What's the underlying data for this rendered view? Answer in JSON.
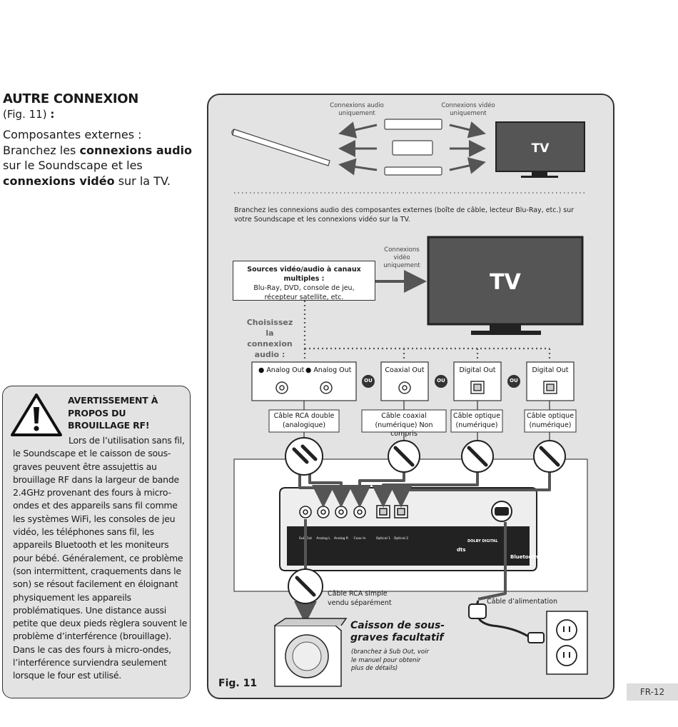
{
  "left": {
    "heading": "AUTRE CONNEXION",
    "fig_ref": "(Fig. 11)",
    "fig_ref_colon": ":",
    "intro_1": "Composantes externes : Branchez les ",
    "intro_bold_1": "connexions audio",
    "intro_2": " sur le Soundscape et les ",
    "intro_bold_2": "connexions vidéo",
    "intro_3": " sur la TV."
  },
  "warning": {
    "title": "AVERTISSEMENT À PROPOS DU BROUILLAGE RF!",
    "text": "Lors de l’utilisation sans fil, le Soundscape et le caisson de sous-graves peuvent être assujettis au brouillage RF dans la largeur de bande 2.4GHz provenant des fours à micro-ondes et des appareils sans fil comme les systèmes WiFi, les consoles de jeu vidéo, les téléphones sans fil, les appareils Bluetooth et les moniteurs pour bébé. Généralement, ce problème (son intermittent, craquements dans le son) se résout facilement en éloignant physiquement les appareils problématiques. Une distance aussi petite que deux pieds règlera souvent le problème d’interférence (brouillage). Dans le cas des fours à micro-ondes, l’interférence surviendra seulement lorsque le four est utilisé."
  },
  "diagram": {
    "top_audio_label": "Connexions audio uniquement",
    "top_video_label": "Connexions vidéo uniquement",
    "tv_label": "TV",
    "instruction": "Branchez les connexions audio des composantes externes (boîte de câble, lecteur Blu-Ray, etc.) sur votre Soundscape et les connexions vidéo sur la TV.",
    "video_only_label": "Connexions vidéo uniquement",
    "source_title": "Sources vidéo/audio à canaux multiples :",
    "source_text": "Blu-Ray, DVD, console de jeu, récepteur satellite, etc.",
    "choose_audio": "Choisissez la connexion audio :",
    "analog_out_l": "Analog Out",
    "analog_out_r": "Analog Out",
    "coaxial_out": "Coaxial Out",
    "digital_out_1": "Digital Out",
    "digital_out_2": "Digital Out",
    "or_label": "OU",
    "cable_rca": "Câble RCA double (analogique)",
    "cable_coax": "Câble coaxial (numérique) Non compris",
    "cable_opt1": "Câble optique (numérique)",
    "cable_opt2": "Câble optique (numérique)",
    "cable_rca_single": "Câble RCA simple vendu séparément",
    "power_cable": "Câble d’alimentation",
    "sub_title": "Caisson de sous-graves facultatif",
    "sub_note": "(branchez à Sub Out, voir le manuel pour obtenir plus de détails)",
    "fig_label": "Fig. 11",
    "panel_labels": [
      "Sub Out",
      "Analog L",
      "Analog R",
      "Coax In",
      "Optical 1",
      "Optical 2"
    ],
    "bluetooth": "Bluetooth",
    "dts": "dts",
    "dolby": "DOLBY DIGITAL"
  },
  "page_number": "FR-12"
}
